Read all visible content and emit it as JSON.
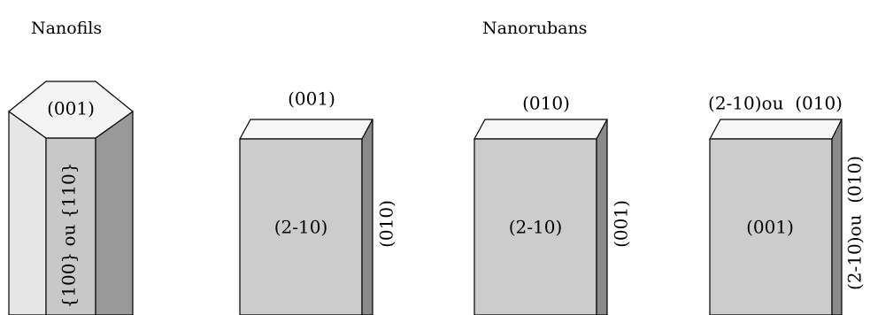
{
  "titles": {
    "nanowires": "Nanofils",
    "nanoribbons": "Nanorubans"
  },
  "hexagonal_prism": {
    "top_face": "(001)",
    "side_faces": "{100} ou {110}"
  },
  "ribbons": [
    {
      "top_face": "(001)",
      "front_face": "(2-10)",
      "side_face": "(010)"
    },
    {
      "top_face": "(010)",
      "front_face": "(2-10)",
      "side_face": "(001)"
    },
    {
      "top_face": "(2-10)ou  (010)",
      "front_face": "(001)",
      "side_face": "(2-10)ou  (010)"
    }
  ],
  "colors": {
    "outline": "#000000",
    "hex_top": "#f4f4f4",
    "hex_left": "#e6e6e6",
    "hex_front": "#c8c8c8",
    "hex_right": "#999999",
    "box_top": "#f7f7f7",
    "box_front": "#cccccc",
    "box_side": "#8a8a8a"
  }
}
